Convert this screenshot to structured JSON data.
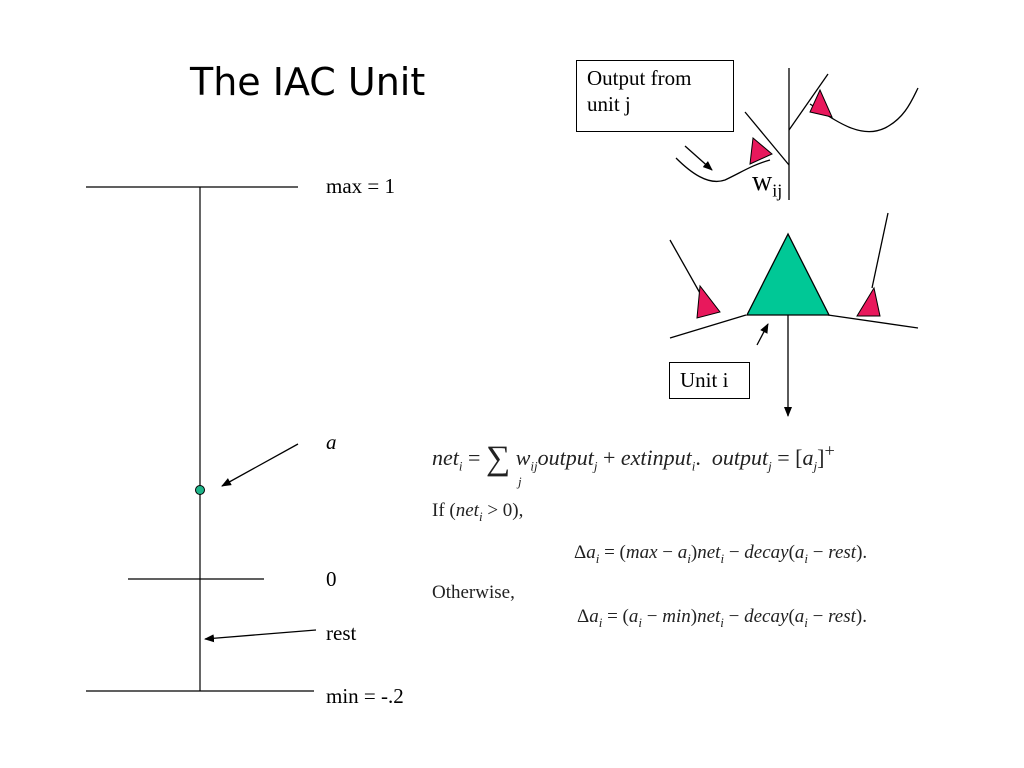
{
  "title": "The IAC Unit",
  "scale_labels": {
    "max": "max = 1",
    "a": "a",
    "zero": "0",
    "rest": "rest",
    "min": "min = -.2"
  },
  "boxes": {
    "output_from": "Output from unit j",
    "unit_i": "Unit i"
  },
  "weight_label": {
    "base": "w",
    "sub": "ij"
  },
  "equations": {
    "net_lhs": "net",
    "net_sub": "i",
    "sum_index": "j",
    "w_sub": "ij",
    "output_word": "output",
    "output_sub": "j",
    "extinput": "extinput",
    "extinput_sub": "i",
    "a_sub": "j",
    "if_text": "If",
    "otherwise_text": "Otherwise,",
    "delta_sub": "i"
  },
  "colors": {
    "unit_triangle": "#00C896",
    "synapse": "#E8185C",
    "activation_dot": "#1FB58A",
    "line": "#000000"
  }
}
